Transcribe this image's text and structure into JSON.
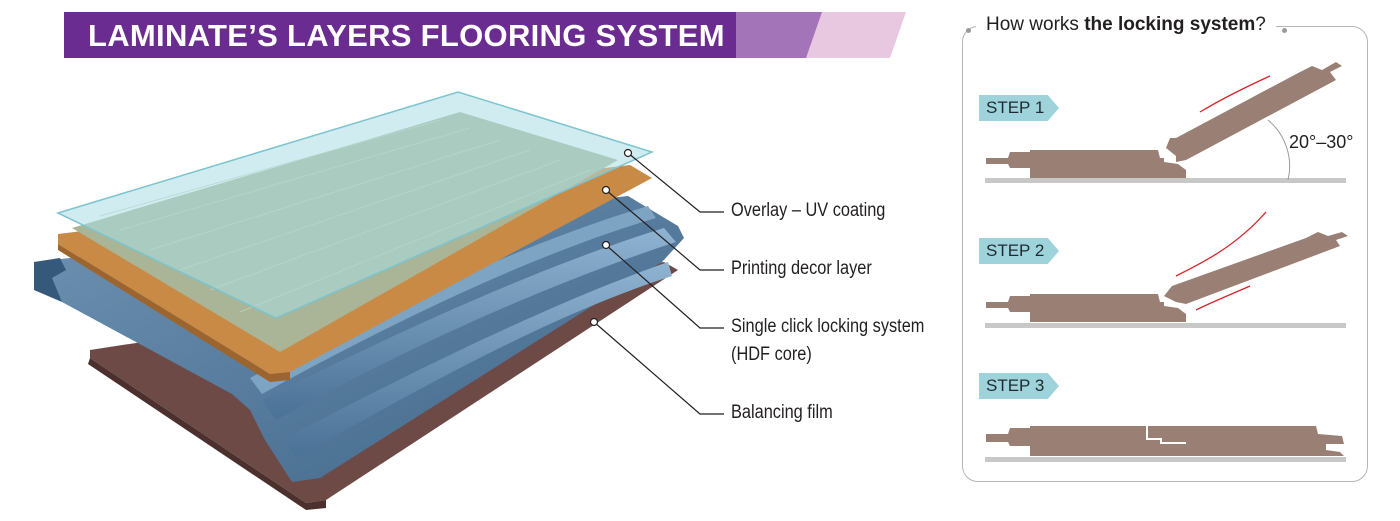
{
  "header": {
    "title": "LAMINATE’S LAYERS FLOORING SYSTEM",
    "colors": {
      "primary": "#6b2c91",
      "secondary": "#a374b8",
      "tertiary": "#e8c7e1"
    }
  },
  "layers": {
    "items": [
      {
        "label": "Overlay – UV coating",
        "color": "#a9dde3"
      },
      {
        "label": "Printing decor layer",
        "color": "#c98a46"
      },
      {
        "label": "Single click locking system",
        "sublabel": "(HDF core)",
        "color": "#5b7f9f"
      },
      {
        "label": "Balancing film",
        "color": "#6e4a47"
      }
    ],
    "decor_color": "#a9b596"
  },
  "locking": {
    "title_prefix": "How works ",
    "title_bold": "the locking system",
    "title_suffix": "?",
    "steps": [
      {
        "label": "STEP 1"
      },
      {
        "label": "STEP 2"
      },
      {
        "label": "STEP 3"
      }
    ],
    "angle_label": "20°–30°",
    "plank_color": "#9a8074",
    "floor_color": "#c8c8c8",
    "motion_color": "#d6232a"
  }
}
